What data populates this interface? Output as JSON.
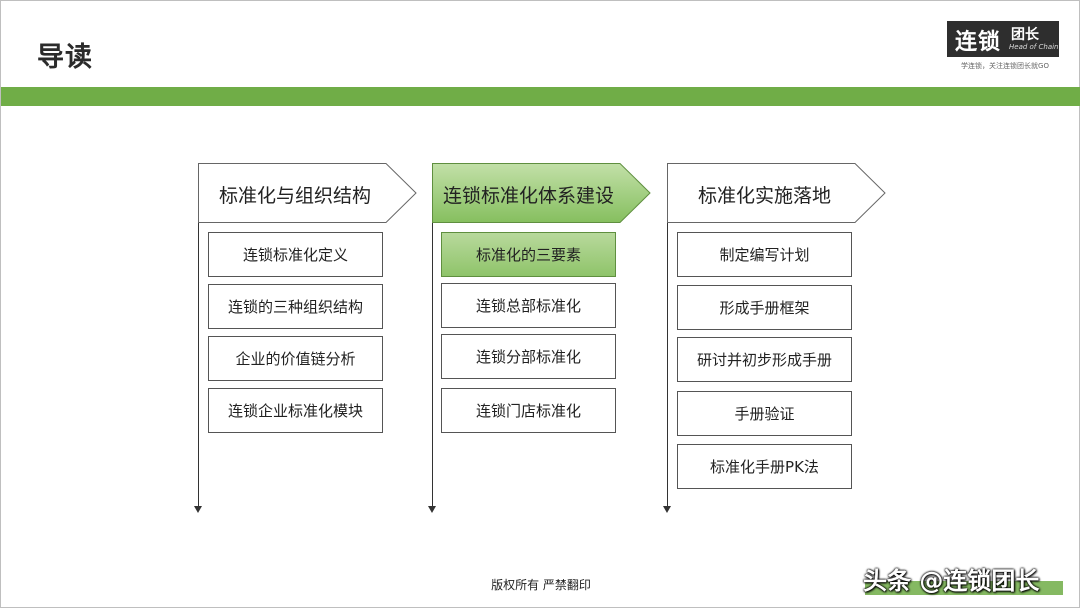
{
  "slide": {
    "title": "导读",
    "logo": {
      "main": "连锁",
      "side": "团长",
      "english": "Head of Chain",
      "slogan": "学连锁，关注连锁团长就GO"
    },
    "copyright": "版权所有  严禁翻印",
    "watermark": "头条 @连锁团长"
  },
  "colors": {
    "accent_green": "#70ad47",
    "active_fill": "#a5cf85",
    "dark": "#2e2e2e"
  },
  "columns": [
    {
      "header": "标准化与组织结构",
      "active": false,
      "items": [
        "连锁标准化定义",
        "连锁的三种组织结构",
        "企业的价值链分析",
        "连锁企业标准化模块"
      ]
    },
    {
      "header": "连锁标准化体系建设",
      "active": true,
      "items": [
        "标准化的三要素",
        "连锁总部标准化",
        "连锁分部标准化",
        "连锁门店标准化"
      ],
      "active_item_index": 0
    },
    {
      "header": "标准化实施落地",
      "active": false,
      "items": [
        "制定编写计划",
        "形成手册框架",
        "研讨并初步形成手册",
        "手册验证",
        "标准化手册PK法"
      ]
    }
  ]
}
